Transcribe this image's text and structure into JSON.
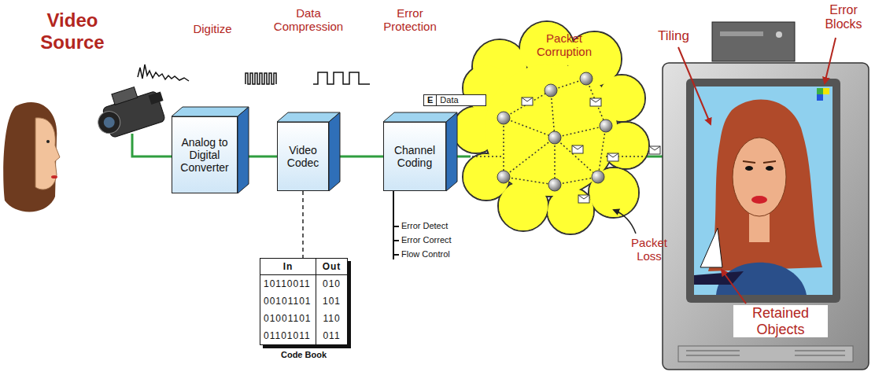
{
  "diagram": {
    "nodes": [
      {
        "text": [
          "Analog to Digital Converter"
        ]
      },
      {
        "text": [
          "Video Codec"
        ]
      },
      {
        "text": [
          "Code Book"
        ]
      },
      {
        "text": [
          "Channel Coding"
        ]
      },
      {
        "text": [
          "E",
          "Data"
        ]
      }
    ],
    "edges": [
      {
        "from": 0,
        "to": 1,
        "arrow": "none"
      },
      {
        "from": 1,
        "to": 2,
        "arrow": "none"
      },
      {
        "from": 1,
        "to": 3,
        "arrow": "none"
      }
    ],
    "labels": [
      "Video Source",
      "Digitize",
      "Data Compression",
      "Error Protection",
      "Packet Corruption",
      "Tiling",
      "Error Blocks",
      "Packet Loss",
      "Retained Objects",
      "In",
      "Out",
      "10110011",
      "010",
      "00101101",
      "101",
      "01001101",
      "110",
      "01101011",
      "011",
      "Error Detect",
      "Error Correct",
      "Flow Control"
    ]
  }
}
